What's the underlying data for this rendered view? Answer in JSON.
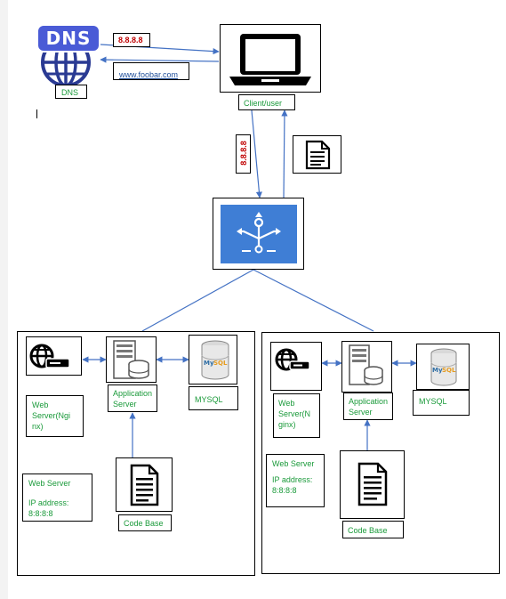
{
  "colors": {
    "label_green": "#1a9a3a",
    "ip_red": "#c00000",
    "arrow_blue": "#4472c4",
    "lb_blue": "#3f7ed5",
    "dns_navy": "#2a3a93",
    "link_blue": "#1f4e9a"
  },
  "dns": {
    "logo_text": "DNS",
    "label": "DNS"
  },
  "request_ip": "8.8.8.8",
  "response_domain": "www.foobar.com",
  "client": {
    "label": "Client/user"
  },
  "vertical_ip": "8.8.8.8",
  "server_left": {
    "web_server_label": "Web Server(Nginx)",
    "app_server_label": "Application Server",
    "db_label": "MYSQL",
    "ip_box": {
      "title": "Web Server",
      "ip_label": "IP address:",
      "ip_value": "8:8:8:8"
    },
    "code_base_label": "Code Base"
  },
  "server_right": {
    "web_server_label": "Web Server(Nginx)",
    "app_server_label": "Application Server",
    "db_label": "MYSQL",
    "ip_box": {
      "title": "Web Server",
      "ip_label": "IP address:",
      "ip_value": "8:8:8:8"
    },
    "code_base_label": "Code Base"
  },
  "icons": {
    "dns": "dns-globe-icon",
    "client": "laptop-icon",
    "document": "document-icon",
    "load_balancer": "load-balancer-icon",
    "web_server": "globe-server-icon",
    "app_server": "server-database-icon",
    "database": "mysql-database-icon"
  }
}
